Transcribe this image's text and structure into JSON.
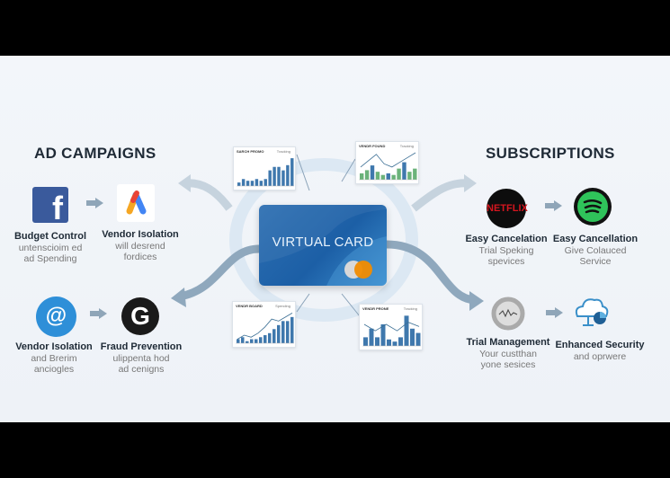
{
  "left": {
    "title": "AD CAMPAIGNS",
    "items": [
      {
        "title": "Budget Control",
        "desc": [
          "untenscioim ed",
          "ad Spending"
        ],
        "icon": "facebook-icon"
      },
      {
        "title": "Vendor Isolation",
        "desc": [
          "will desrend",
          "fordices"
        ],
        "icon": "google-ads-icon"
      },
      {
        "title": "Vendor Isolation",
        "desc": [
          "and Brerim",
          "anciogles"
        ],
        "icon": "at-sign-icon"
      },
      {
        "title": "Fraud Prevention",
        "desc": [
          "ulippenta hod",
          "ad cenigns"
        ],
        "icon": "google-g-icon"
      }
    ]
  },
  "right": {
    "title": "SUBSCRIPTIONS",
    "items": [
      {
        "title": "Easy Cancelation",
        "desc": [
          "Trial Speking",
          "spevices"
        ],
        "icon": "netflix-icon",
        "logo_text": "NETFLIX"
      },
      {
        "title": "Easy Cancellation",
        "desc": [
          "Give Colauced",
          "Service"
        ],
        "icon": "spotify-icon"
      },
      {
        "title": "Trial Management",
        "desc": [
          "Your custthan",
          "yone sesices"
        ],
        "icon": "trial-management-icon"
      },
      {
        "title": "Enhanced Security",
        "desc": [
          "and oprwere"
        ],
        "icon": "cloud-security-icon"
      }
    ]
  },
  "center": {
    "card_label": "VIRTUAL CARD",
    "colors": {
      "card": "#1c5fa6",
      "accent": "#f28c00"
    }
  },
  "mini_charts": [
    {
      "title": "SARCH PROMO",
      "legend": "Tracking",
      "bars": [
        2,
        4,
        3,
        3,
        4,
        3,
        4,
        9,
        11,
        11,
        9,
        12,
        16
      ],
      "line": null
    },
    {
      "title": "VENDR FOUND",
      "legend": "Tracking",
      "bars": [
        4,
        6,
        9,
        5,
        3,
        4,
        3,
        7,
        11,
        5,
        7
      ],
      "line": [
        8,
        12,
        16,
        10,
        8,
        11,
        14,
        17
      ]
    },
    {
      "title": "VENDR BOARD",
      "legend": "Spending",
      "bars": [
        2,
        3,
        1,
        2,
        2,
        3,
        4,
        5,
        7,
        9,
        11,
        11,
        13
      ],
      "line": [
        2,
        4,
        3,
        5,
        8,
        12,
        11,
        13,
        15
      ]
    },
    {
      "title": "VENDR PRONE",
      "legend": "Tracking",
      "bars": [
        4,
        8,
        4,
        10,
        3,
        2,
        4,
        14,
        8,
        6
      ],
      "line": [
        10,
        7,
        10,
        7,
        11,
        9
      ]
    }
  ]
}
